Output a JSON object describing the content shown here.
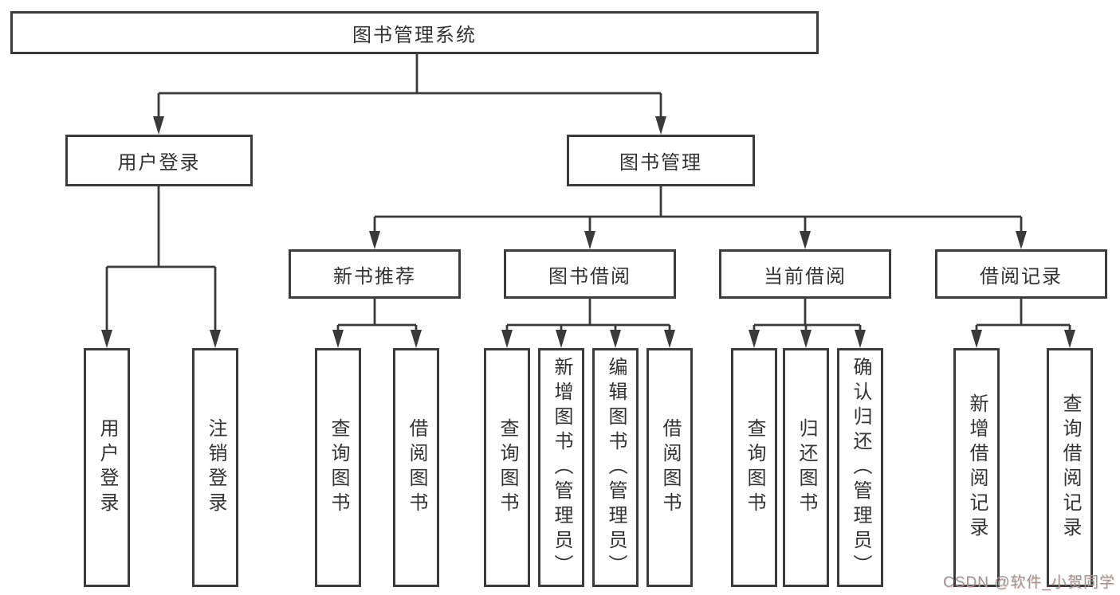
{
  "diagram": {
    "root": {
      "label": "图书管理系统",
      "children": [
        {
          "label": "用户登录",
          "children": [
            {
              "label": "用户登录"
            },
            {
              "label": "注销登录"
            }
          ]
        },
        {
          "label": "图书管理",
          "children": [
            {
              "label": "新书推荐",
              "children": [
                {
                  "label": "查询图书"
                },
                {
                  "label": "借阅图书"
                }
              ]
            },
            {
              "label": "图书借阅",
              "children": [
                {
                  "label": "查询图书"
                },
                {
                  "label": "新增图书（管理员）"
                },
                {
                  "label": "编辑图书（管理员）"
                },
                {
                  "label": "借阅图书"
                }
              ]
            },
            {
              "label": "当前借阅",
              "children": [
                {
                  "label": "查询图书"
                },
                {
                  "label": "归还图书"
                },
                {
                  "label": "确认归还（管理员）"
                }
              ]
            },
            {
              "label": "借阅记录",
              "children": [
                {
                  "label": "新增借阅记录"
                },
                {
                  "label": "查询借阅记录"
                }
              ]
            }
          ]
        }
      ]
    }
  },
  "watermark": {
    "text": "CSDN @软件_小贺同学"
  },
  "colors": {
    "line": "#3a3a3a",
    "box_border": "#3c3c3c",
    "text": "#333333",
    "background": "#ffffff",
    "watermark": "#9a9a9a"
  }
}
